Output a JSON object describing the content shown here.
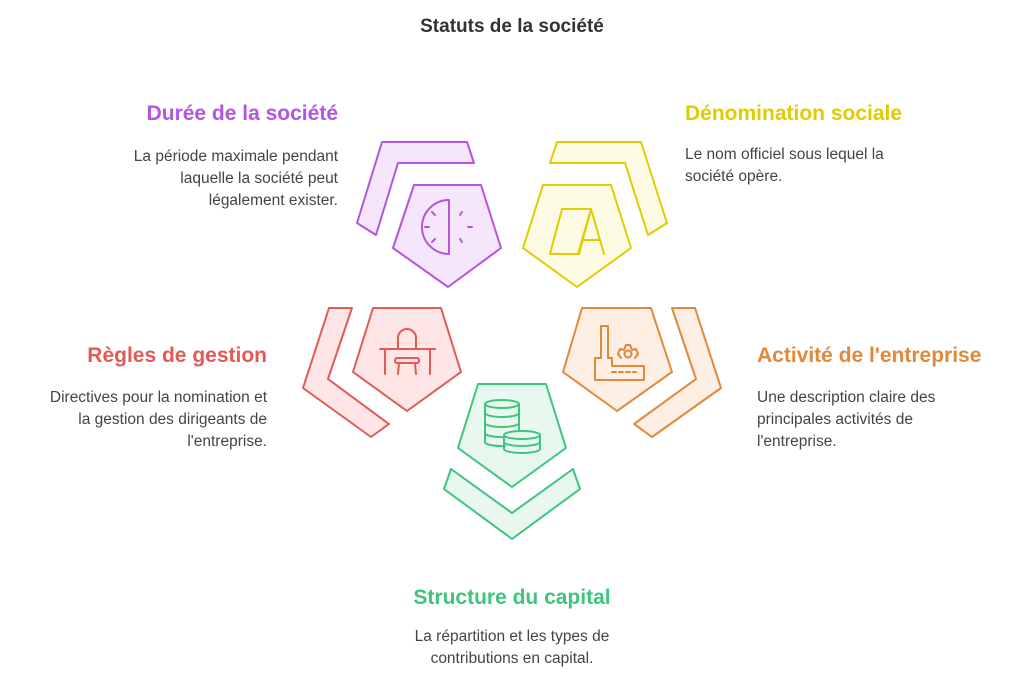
{
  "title": "Statuts de la société",
  "colors": {
    "purple": "#b355e0",
    "yellow": "#e2cc00",
    "red": "#e25a56",
    "orange": "#e2883a",
    "green": "#3ec47c"
  },
  "items": [
    {
      "heading": "Durée de la société",
      "lines": [
        "La période maximale pendant",
        "laquelle la société peut",
        "légalement exister."
      ],
      "icon": "half-clock-icon"
    },
    {
      "heading": "Dénomination sociale",
      "lines": [
        "Le nom officiel sous lequel la",
        "société opère."
      ],
      "icon": "letter-a-icon"
    },
    {
      "heading": "Règles de gestion",
      "lines": [
        "Directives pour la nomination et",
        "la gestion des dirigeants de",
        "l'entreprise."
      ],
      "icon": "desk-chair-icon"
    },
    {
      "heading": "Activité de l'entreprise",
      "lines": [
        "Une description claire des",
        "principales activités de",
        "l'entreprise."
      ],
      "icon": "factory-icon"
    },
    {
      "heading": "Structure du capital",
      "lines": [
        "La répartition et les types de",
        "contributions en capital."
      ],
      "icon": "coins-icon"
    }
  ]
}
